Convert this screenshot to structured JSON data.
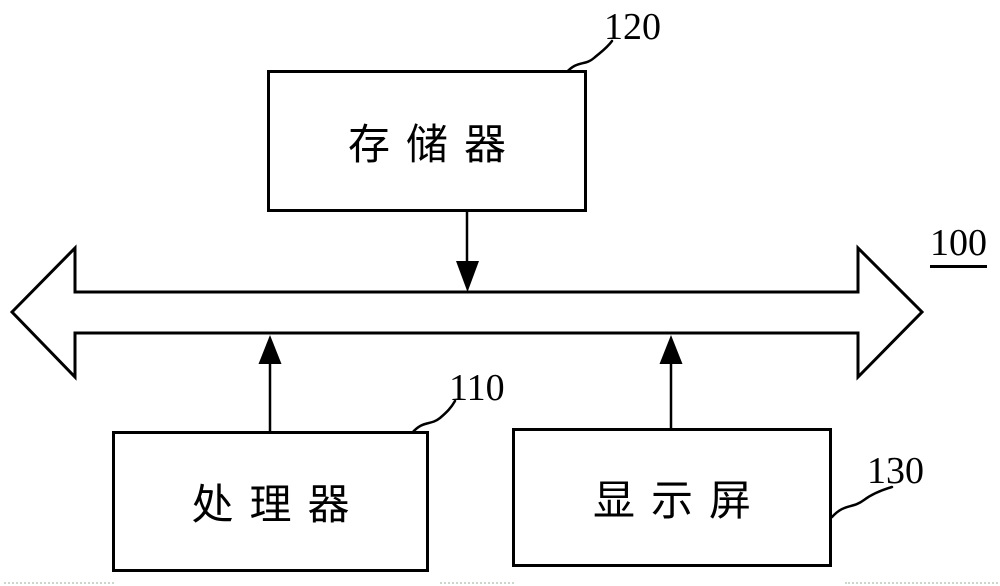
{
  "figure": {
    "kind": "patent-block-diagram",
    "bus": {
      "ref": "100"
    },
    "blocks": [
      {
        "id": "memory",
        "label": "存储器",
        "ref": "120"
      },
      {
        "id": "processor",
        "label": "处理器",
        "ref": "110"
      },
      {
        "id": "display",
        "label": "显示屏",
        "ref": "130"
      }
    ],
    "colors": {
      "line": "#000000",
      "background": "#ffffff"
    }
  }
}
